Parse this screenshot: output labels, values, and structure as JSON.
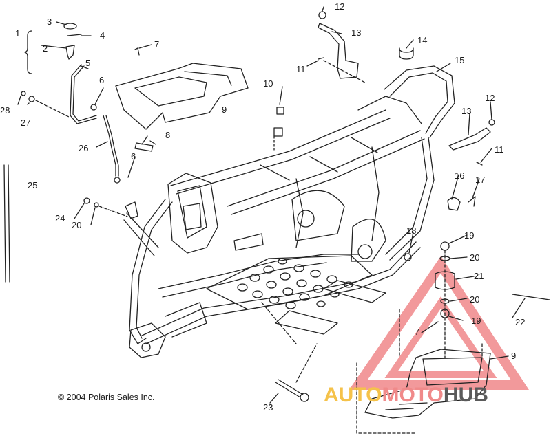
{
  "copyright": "© 2004 Polaris Sales Inc.",
  "watermark": {
    "part1": "AUTO",
    "part2": "MOTO",
    "part3": "HUB",
    "colors": {
      "auto": "#f5c24a",
      "moto": "#f08a8a",
      "hub": "#5a5a5a",
      "triangle": "#e8474a"
    }
  },
  "labels": {
    "l1": "1",
    "l2": "2",
    "l3": "3",
    "l4": "4",
    "l5": "5",
    "l6a": "6",
    "l6b": "6",
    "l7a": "7",
    "l7b": "7",
    "l8": "8",
    "l9a": "9",
    "l9b": "9",
    "l10": "10",
    "l11a": "11",
    "l11b": "11",
    "l12a": "12",
    "l12b": "12",
    "l13a": "13",
    "l13b": "13",
    "l14": "14",
    "l15": "15",
    "l16": "16",
    "l17": "17",
    "l18": "18",
    "l19a": "19",
    "l19b": "19",
    "l20a": "20",
    "l20b": "20",
    "l20c": "20",
    "l21": "21",
    "l22": "22",
    "l23": "23",
    "l24": "24",
    "l25": "25",
    "l26": "26",
    "l27": "27",
    "l28": "28"
  }
}
